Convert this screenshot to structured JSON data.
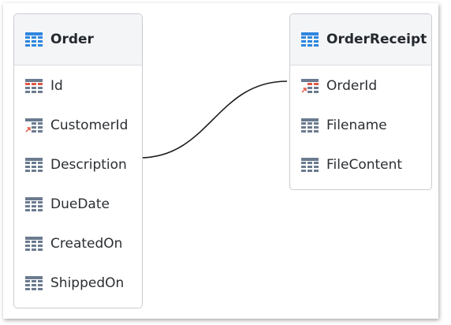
{
  "entities": [
    {
      "name": "Order",
      "icon": "table-icon",
      "fields": [
        {
          "label": "Id",
          "icon": "primary-key-icon"
        },
        {
          "label": "CustomerId",
          "icon": "foreign-key-icon"
        },
        {
          "label": "Description",
          "icon": "column-icon"
        },
        {
          "label": "DueDate",
          "icon": "column-icon"
        },
        {
          "label": "CreatedOn",
          "icon": "column-icon"
        },
        {
          "label": "ShippedOn",
          "icon": "column-icon"
        }
      ]
    },
    {
      "name": "OrderReceipt",
      "icon": "table-icon",
      "fields": [
        {
          "label": "OrderId",
          "icon": "foreign-key-icon"
        },
        {
          "label": "Filename",
          "icon": "column-icon"
        },
        {
          "label": "FileContent",
          "icon": "column-icon"
        }
      ]
    }
  ],
  "relationships": [
    {
      "from": "Order.Description",
      "to": "OrderReceipt.OrderId"
    }
  ],
  "colors": {
    "table_icon": "#2e86de",
    "column_icon": "#6b7b8f",
    "key_icon": "#e05a47",
    "link": "#1a1a1a"
  }
}
